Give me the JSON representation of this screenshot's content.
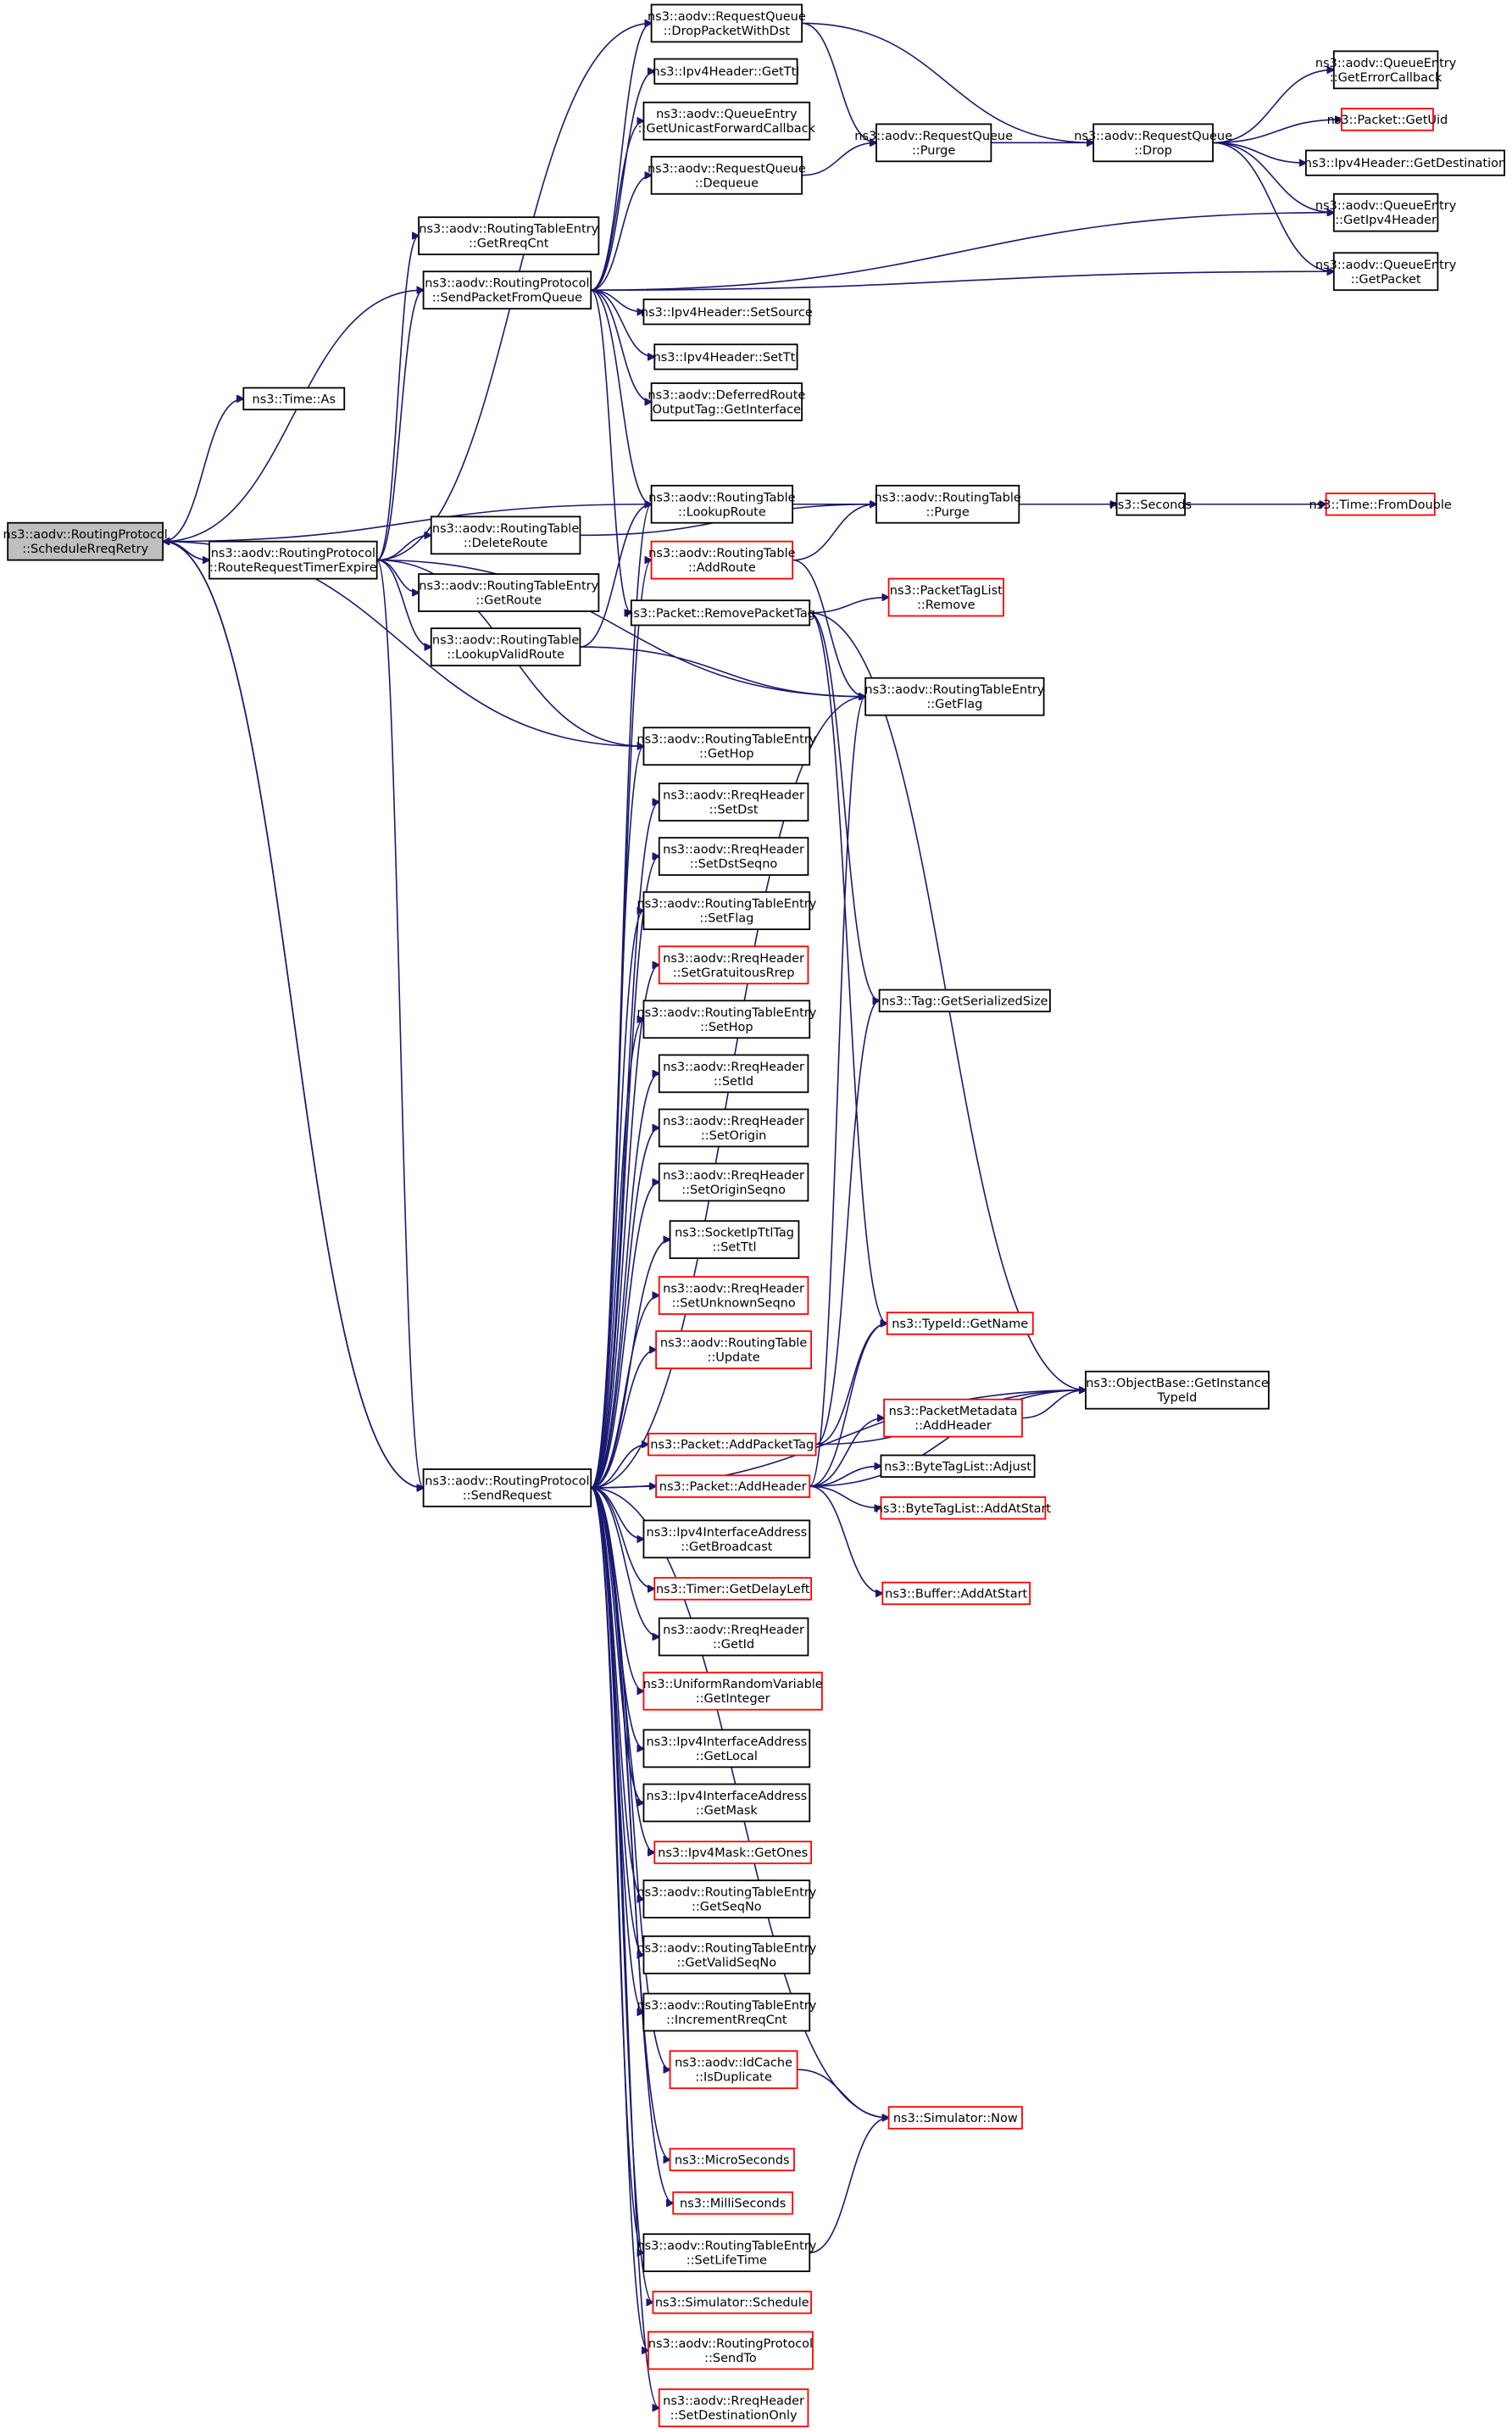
{
  "diagram": {
    "type": "call-graph",
    "colors": {
      "edge": "#191970",
      "root_fill": "#bfbfbf",
      "node_border": "#000000",
      "undocumented_border": "#ff0000"
    },
    "nodes": [
      {
        "id": "root",
        "lines": [
          "ns3::aodv::RoutingProtocol",
          "::ScheduleRreqRetry"
        ],
        "style": "root"
      },
      {
        "id": "rrte",
        "lines": [
          "ns3::aodv::RoutingProtocol",
          "::RouteRequestTimerExpire"
        ],
        "style": "normal"
      },
      {
        "id": "timeas",
        "lines": [
          "ns3::Time::As"
        ],
        "style": "normal"
      },
      {
        "id": "getrreqcnt",
        "lines": [
          "ns3::aodv::RoutingTableEntry",
          "::GetRreqCnt"
        ],
        "style": "normal"
      },
      {
        "id": "spfq",
        "lines": [
          "ns3::aodv::RoutingProtocol",
          "::SendPacketFromQueue"
        ],
        "style": "normal"
      },
      {
        "id": "dpwd",
        "lines": [
          "ns3::aodv::RequestQueue",
          "::DropPacketWithDst"
        ],
        "style": "normal"
      },
      {
        "id": "getttl",
        "lines": [
          "ns3::Ipv4Header::GetTtl"
        ],
        "style": "normal"
      },
      {
        "id": "gufc",
        "lines": [
          "ns3::aodv::QueueEntry",
          "::GetUnicastForwardCallback"
        ],
        "style": "normal"
      },
      {
        "id": "dequeue",
        "lines": [
          "ns3::aodv::RequestQueue",
          "::Dequeue"
        ],
        "style": "normal"
      },
      {
        "id": "setsource",
        "lines": [
          "ns3::Ipv4Header::SetSource"
        ],
        "style": "normal"
      },
      {
        "id": "setttl",
        "lines": [
          "ns3::Ipv4Header::SetTtl"
        ],
        "style": "normal"
      },
      {
        "id": "drot",
        "lines": [
          "ns3::aodv::DeferredRoute",
          "OutputTag::GetInterface"
        ],
        "style": "normal"
      },
      {
        "id": "rqpurge",
        "lines": [
          "ns3::aodv::RequestQueue",
          "::Purge"
        ],
        "style": "normal"
      },
      {
        "id": "rqdrop",
        "lines": [
          "ns3::aodv::RequestQueue",
          "::Drop"
        ],
        "style": "normal"
      },
      {
        "id": "gec",
        "lines": [
          "ns3::aodv::QueueEntry",
          "::GetErrorCallback"
        ],
        "style": "normal"
      },
      {
        "id": "getuid",
        "lines": [
          "ns3::Packet::GetUid"
        ],
        "style": "red"
      },
      {
        "id": "getdest",
        "lines": [
          "ns3::Ipv4Header::GetDestination"
        ],
        "style": "normal"
      },
      {
        "id": "getipv4h",
        "lines": [
          "ns3::aodv::QueueEntry",
          "::GetIpv4Header"
        ],
        "style": "normal"
      },
      {
        "id": "getpacket",
        "lines": [
          "ns3::aodv::QueueEntry",
          "::GetPacket"
        ],
        "style": "normal"
      },
      {
        "id": "lookuproute",
        "lines": [
          "ns3::aodv::RoutingTable",
          "::LookupRoute"
        ],
        "style": "normal"
      },
      {
        "id": "rtpurge",
        "lines": [
          "ns3::aodv::RoutingTable",
          "::Purge"
        ],
        "style": "normal"
      },
      {
        "id": "seconds",
        "lines": [
          "ns3::Seconds"
        ],
        "style": "normal"
      },
      {
        "id": "fromdouble",
        "lines": [
          "ns3::Time::FromDouble"
        ],
        "style": "red"
      },
      {
        "id": "deleteroute",
        "lines": [
          "ns3::aodv::RoutingTable",
          "::DeleteRoute"
        ],
        "style": "normal"
      },
      {
        "id": "getroute",
        "lines": [
          "ns3::aodv::RoutingTableEntry",
          "::GetRoute"
        ],
        "style": "normal"
      },
      {
        "id": "lookupvalid",
        "lines": [
          "ns3::aodv::RoutingTable",
          "::LookupValidRoute"
        ],
        "style": "normal"
      },
      {
        "id": "addroute",
        "lines": [
          "ns3::aodv::RoutingTable",
          "::AddRoute"
        ],
        "style": "red"
      },
      {
        "id": "rmpkttag",
        "lines": [
          "ns3::Packet::RemovePacketTag"
        ],
        "style": "normal"
      },
      {
        "id": "ptlremove",
        "lines": [
          "ns3::PacketTagList",
          "::Remove"
        ],
        "style": "red"
      },
      {
        "id": "getflag",
        "lines": [
          "ns3::aodv::RoutingTableEntry",
          "::GetFlag"
        ],
        "style": "normal"
      },
      {
        "id": "gethop",
        "lines": [
          "ns3::aodv::RoutingTableEntry",
          "::GetHop"
        ],
        "style": "normal"
      },
      {
        "id": "setdst",
        "lines": [
          "ns3::aodv::RreqHeader",
          "::SetDst"
        ],
        "style": "normal"
      },
      {
        "id": "setdstseqno",
        "lines": [
          "ns3::aodv::RreqHeader",
          "::SetDstSeqno"
        ],
        "style": "normal"
      },
      {
        "id": "setflag",
        "lines": [
          "ns3::aodv::RoutingTableEntry",
          "::SetFlag"
        ],
        "style": "normal"
      },
      {
        "id": "setgrat",
        "lines": [
          "ns3::aodv::RreqHeader",
          "::SetGratuitousRrep"
        ],
        "style": "red"
      },
      {
        "id": "sethop",
        "lines": [
          "ns3::aodv::RoutingTableEntry",
          "::SetHop"
        ],
        "style": "normal"
      },
      {
        "id": "setid",
        "lines": [
          "ns3::aodv::RreqHeader",
          "::SetId"
        ],
        "style": "normal"
      },
      {
        "id": "setorigin",
        "lines": [
          "ns3::aodv::RreqHeader",
          "::SetOrigin"
        ],
        "style": "normal"
      },
      {
        "id": "setoriginseqno",
        "lines": [
          "ns3::aodv::RreqHeader",
          "::SetOriginSeqno"
        ],
        "style": "normal"
      },
      {
        "id": "sockttl",
        "lines": [
          "ns3::SocketIpTtlTag",
          "::SetTtl"
        ],
        "style": "normal"
      },
      {
        "id": "setunknown",
        "lines": [
          "ns3::aodv::RreqHeader",
          "::SetUnknownSeqno"
        ],
        "style": "red"
      },
      {
        "id": "rtupdate",
        "lines": [
          "ns3::aodv::RoutingTable",
          "::Update"
        ],
        "style": "red"
      },
      {
        "id": "tagserial",
        "lines": [
          "ns3::Tag::GetSerializedSize"
        ],
        "style": "normal"
      },
      {
        "id": "typeidname",
        "lines": [
          "ns3::TypeId::GetName"
        ],
        "style": "red"
      },
      {
        "id": "objtypeid",
        "lines": [
          "ns3::ObjectBase::GetInstance",
          "TypeId"
        ],
        "style": "normal"
      },
      {
        "id": "pmaddheader",
        "lines": [
          "ns3::PacketMetadata",
          "::AddHeader"
        ],
        "style": "red"
      },
      {
        "id": "addpkttag",
        "lines": [
          "ns3::Packet::AddPacketTag"
        ],
        "style": "red"
      },
      {
        "id": "sendrequest",
        "lines": [
          "ns3::aodv::RoutingProtocol",
          "::SendRequest"
        ],
        "style": "normal"
      },
      {
        "id": "addheader",
        "lines": [
          "ns3::Packet::AddHeader"
        ],
        "style": "red"
      },
      {
        "id": "btladjust",
        "lines": [
          "ns3::ByteTagList::Adjust"
        ],
        "style": "normal"
      },
      {
        "id": "btladdatstart",
        "lines": [
          "ns3::ByteTagList::AddAtStart"
        ],
        "style": "red"
      },
      {
        "id": "bufaddatstart",
        "lines": [
          "ns3::Buffer::AddAtStart"
        ],
        "style": "red"
      },
      {
        "id": "getbroadcast",
        "lines": [
          "ns3::Ipv4InterfaceAddress",
          "::GetBroadcast"
        ],
        "style": "normal"
      },
      {
        "id": "getdelayleft",
        "lines": [
          "ns3::Timer::GetDelayLeft"
        ],
        "style": "red"
      },
      {
        "id": "getid",
        "lines": [
          "ns3::aodv::RreqHeader",
          "::GetId"
        ],
        "style": "normal"
      },
      {
        "id": "getinteger",
        "lines": [
          "ns3::UniformRandomVariable",
          "::GetInteger"
        ],
        "style": "red"
      },
      {
        "id": "getlocal",
        "lines": [
          "ns3::Ipv4InterfaceAddress",
          "::GetLocal"
        ],
        "style": "normal"
      },
      {
        "id": "getmask",
        "lines": [
          "ns3::Ipv4InterfaceAddress",
          "::GetMask"
        ],
        "style": "normal"
      },
      {
        "id": "getones",
        "lines": [
          "ns3::Ipv4Mask::GetOnes"
        ],
        "style": "red"
      },
      {
        "id": "getseqno",
        "lines": [
          "ns3::aodv::RoutingTableEntry",
          "::GetSeqNo"
        ],
        "style": "normal"
      },
      {
        "id": "getvalidseqno",
        "lines": [
          "ns3::aodv::RoutingTableEntry",
          "::GetValidSeqNo"
        ],
        "style": "normal"
      },
      {
        "id": "incrreq",
        "lines": [
          "ns3::aodv::RoutingTableEntry",
          "::IncrementRreqCnt"
        ],
        "style": "normal"
      },
      {
        "id": "isdup",
        "lines": [
          "ns3::aodv::IdCache",
          "::IsDuplicate"
        ],
        "style": "red"
      },
      {
        "id": "simnow",
        "lines": [
          "ns3::Simulator::Now"
        ],
        "style": "red"
      },
      {
        "id": "micro",
        "lines": [
          "ns3::MicroSeconds"
        ],
        "style": "red"
      },
      {
        "id": "milli",
        "lines": [
          "ns3::MilliSeconds"
        ],
        "style": "red"
      },
      {
        "id": "setlifetime",
        "lines": [
          "ns3::aodv::RoutingTableEntry",
          "::SetLifeTime"
        ],
        "style": "normal"
      },
      {
        "id": "schedule",
        "lines": [
          "ns3::Simulator::Schedule"
        ],
        "style": "red"
      },
      {
        "id": "sendto",
        "lines": [
          "ns3::aodv::RoutingProtocol",
          "::SendTo"
        ],
        "style": "red"
      },
      {
        "id": "setdestonly",
        "lines": [
          "ns3::aodv::RreqHeader",
          "::SetDestinationOnly"
        ],
        "style": "red"
      }
    ],
    "edges": [
      [
        "root",
        "rrte"
      ],
      [
        "root",
        "timeas"
      ],
      [
        "root",
        "spfq"
      ],
      [
        "root",
        "lookuproute"
      ],
      [
        "root",
        "gethop"
      ],
      [
        "root",
        "sendrequest"
      ],
      [
        "rrte",
        "getrreqcnt"
      ],
      [
        "rrte",
        "spfq"
      ],
      [
        "rrte",
        "deleteroute"
      ],
      [
        "rrte",
        "getroute"
      ],
      [
        "rrte",
        "lookupvalid"
      ],
      [
        "rrte",
        "getflag"
      ],
      [
        "rrte",
        "gethop"
      ],
      [
        "rrte",
        "sendrequest"
      ],
      [
        "rrte",
        "dpwd"
      ],
      [
        "rrte",
        "root"
      ],
      [
        "spfq",
        "dpwd"
      ],
      [
        "spfq",
        "getttl"
      ],
      [
        "spfq",
        "gufc"
      ],
      [
        "spfq",
        "dequeue"
      ],
      [
        "spfq",
        "setsource"
      ],
      [
        "spfq",
        "setttl"
      ],
      [
        "spfq",
        "drot"
      ],
      [
        "spfq",
        "getipv4h"
      ],
      [
        "spfq",
        "getpacket"
      ],
      [
        "spfq",
        "rmpkttag"
      ],
      [
        "spfq",
        "lookuproute"
      ],
      [
        "dpwd",
        "rqpurge"
      ],
      [
        "dpwd",
        "rqdrop"
      ],
      [
        "dequeue",
        "rqpurge"
      ],
      [
        "rqpurge",
        "rqdrop"
      ],
      [
        "rqdrop",
        "gec"
      ],
      [
        "rqdrop",
        "getuid"
      ],
      [
        "rqdrop",
        "getdest"
      ],
      [
        "rqdrop",
        "getipv4h"
      ],
      [
        "rqdrop",
        "getpacket"
      ],
      [
        "lookuproute",
        "rtpurge"
      ],
      [
        "rtpurge",
        "seconds"
      ],
      [
        "seconds",
        "fromdouble"
      ],
      [
        "deleteroute",
        "rtpurge"
      ],
      [
        "addroute",
        "rtpurge"
      ],
      [
        "addroute",
        "getflag"
      ],
      [
        "lookupvalid",
        "lookuproute"
      ],
      [
        "lookupvalid",
        "getflag"
      ],
      [
        "rmpkttag",
        "ptlremove"
      ],
      [
        "rmpkttag",
        "tagserial"
      ],
      [
        "rmpkttag",
        "typeidname"
      ],
      [
        "rmpkttag",
        "objtypeid"
      ],
      [
        "sendrequest",
        "root"
      ],
      [
        "sendrequest",
        "lookuproute"
      ],
      [
        "sendrequest",
        "addroute"
      ],
      [
        "sendrequest",
        "gethop"
      ],
      [
        "sendrequest",
        "getflag"
      ],
      [
        "sendrequest",
        "setdst"
      ],
      [
        "sendrequest",
        "setdstseqno"
      ],
      [
        "sendrequest",
        "setflag"
      ],
      [
        "sendrequest",
        "setgrat"
      ],
      [
        "sendrequest",
        "sethop"
      ],
      [
        "sendrequest",
        "setid"
      ],
      [
        "sendrequest",
        "setorigin"
      ],
      [
        "sendrequest",
        "setoriginseqno"
      ],
      [
        "sendrequest",
        "sockttl"
      ],
      [
        "sendrequest",
        "setunknown"
      ],
      [
        "sendrequest",
        "rtupdate"
      ],
      [
        "sendrequest",
        "addpkttag"
      ],
      [
        "sendrequest",
        "addheader"
      ],
      [
        "sendrequest",
        "objtypeid"
      ],
      [
        "sendrequest",
        "getbroadcast"
      ],
      [
        "sendrequest",
        "getdelayleft"
      ],
      [
        "sendrequest",
        "getid"
      ],
      [
        "sendrequest",
        "getinteger"
      ],
      [
        "sendrequest",
        "getlocal"
      ],
      [
        "sendrequest",
        "getmask"
      ],
      [
        "sendrequest",
        "getones"
      ],
      [
        "sendrequest",
        "getseqno"
      ],
      [
        "sendrequest",
        "getvalidseqno"
      ],
      [
        "sendrequest",
        "incrreq"
      ],
      [
        "sendrequest",
        "isdup"
      ],
      [
        "sendrequest",
        "simnow"
      ],
      [
        "sendrequest",
        "micro"
      ],
      [
        "sendrequest",
        "milli"
      ],
      [
        "sendrequest",
        "setlifetime"
      ],
      [
        "sendrequest",
        "schedule"
      ],
      [
        "sendrequest",
        "sendto"
      ],
      [
        "sendrequest",
        "setdestonly"
      ],
      [
        "addpkttag",
        "tagserial"
      ],
      [
        "addpkttag",
        "typeidname"
      ],
      [
        "addpkttag",
        "objtypeid"
      ],
      [
        "addheader",
        "pmaddheader"
      ],
      [
        "addheader",
        "btladjust"
      ],
      [
        "addheader",
        "btladdatstart"
      ],
      [
        "addheader",
        "bufaddatstart"
      ],
      [
        "addheader",
        "typeidname"
      ],
      [
        "addheader",
        "objtypeid"
      ],
      [
        "addheader",
        "getflag"
      ],
      [
        "pmaddheader",
        "objtypeid"
      ],
      [
        "isdup",
        "simnow"
      ],
      [
        "setlifetime",
        "simnow"
      ]
    ]
  }
}
